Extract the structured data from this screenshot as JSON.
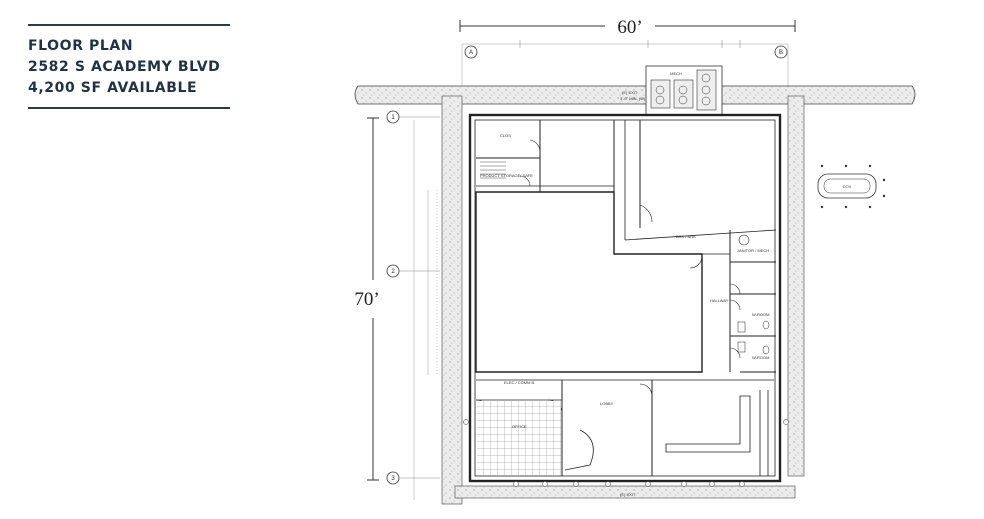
{
  "header": {
    "line1": "FLOOR PLAN",
    "line2": "2582 S ACADEMY BLVD",
    "line3": "4,200 SF AVAILABLE"
  },
  "dimensions": {
    "width": "60’",
    "depth": "70’"
  },
  "grid": {
    "col_a": "A",
    "col_b": "B",
    "row_1": "1",
    "row_2": "2",
    "row_3": "3"
  },
  "rooms": {
    "clos": "CLOS",
    "product_storage": "PRODUCT STORAGE/ SAFE",
    "janitor": "JANITOR / MECH",
    "hallway": "HALLWAY",
    "w_room_1": "W-ROOM",
    "w_room_2": "W-ROOM",
    "elec_comm": "ELEC / COMM B",
    "office": "OFFICE",
    "lobby": "LOBBY",
    "break": "BRK / BRK"
  },
  "labels": {
    "exit_top": "(E) EXIT",
    "exit_top_sub": "3’-0\" MIN. (W)",
    "exit_bottom": "(E) EXIT",
    "cox": "COX",
    "mech": "MECH"
  },
  "colors": {
    "header_text": "#1f3346",
    "rule": "#2a3b4c",
    "sidewalk": "#e9e9e9",
    "wall": "#222222"
  }
}
